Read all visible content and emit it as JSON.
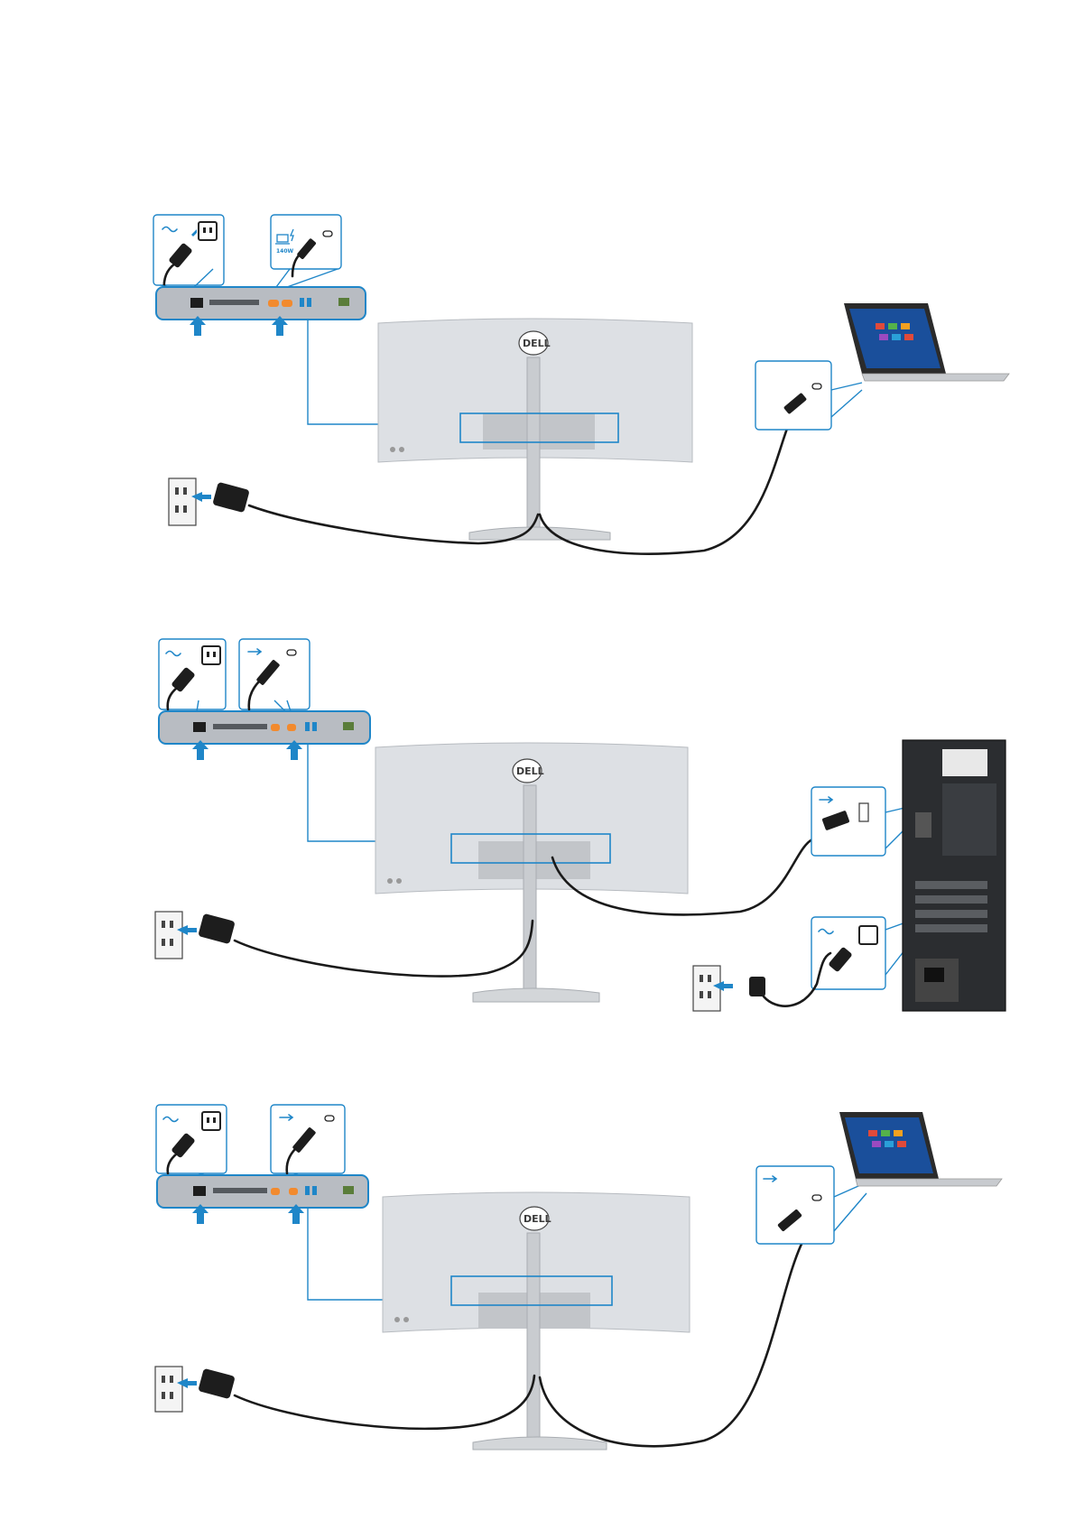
{
  "brand": {
    "logo_text": "DELL",
    "accent_color": "#1f86c8"
  },
  "diagrams": [
    {
      "id": "laptop-usb-c-power",
      "callouts": [
        {
          "icon": "ac-power-icon",
          "port": "power-inlet-icon"
        },
        {
          "icon": "laptop-charging-icon",
          "label": "140W",
          "port": "usb-c-port-icon"
        }
      ],
      "source_device": "laptop",
      "has_wall_outlet": true
    },
    {
      "id": "desktop-usb",
      "callouts": [
        {
          "icon": "ac-power-icon",
          "port": "power-inlet-icon"
        },
        {
          "icon": "usb-icon",
          "port": "usb-c-port-icon"
        }
      ],
      "source_device": "desktop-tower",
      "has_wall_outlet": true
    },
    {
      "id": "laptop-usb",
      "callouts": [
        {
          "icon": "ac-power-icon",
          "port": "power-inlet-icon"
        },
        {
          "icon": "usb-icon",
          "port": "usb-c-port-icon"
        }
      ],
      "source_device": "laptop",
      "has_wall_outlet": true
    }
  ]
}
